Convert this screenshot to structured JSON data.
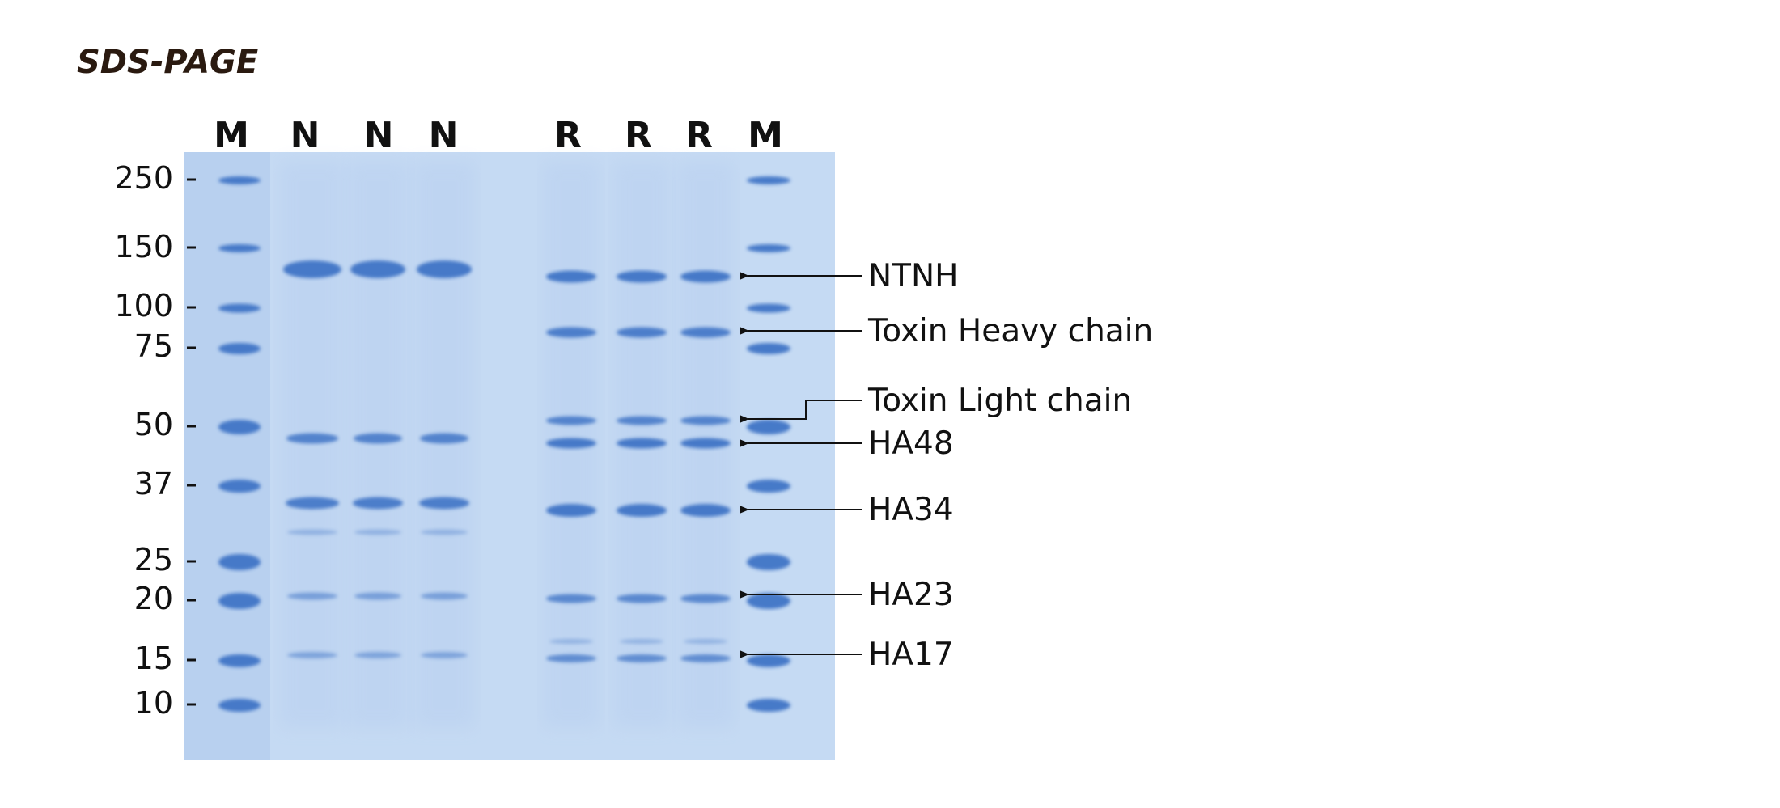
{
  "title": "SDS-PAGE",
  "lanes": [
    "M",
    "N",
    "N",
    "N",
    "R",
    "R",
    "R",
    "M"
  ],
  "markers": [
    {
      "label": "250",
      "kda": 250
    },
    {
      "label": "150",
      "kda": 150
    },
    {
      "label": "100",
      "kda": 100
    },
    {
      "label": "75",
      "kda": 75
    },
    {
      "label": "50",
      "kda": 50
    },
    {
      "label": "37",
      "kda": 37
    },
    {
      "label": "25",
      "kda": 25
    },
    {
      "label": "20",
      "kda": 20
    },
    {
      "label": "15",
      "kda": 15
    },
    {
      "label": "10",
      "kda": 10
    }
  ],
  "annotations": [
    {
      "label": "NTNH"
    },
    {
      "label": "Toxin Heavy chain"
    },
    {
      "label": "Toxin Light chain"
    },
    {
      "label": "HA48"
    },
    {
      "label": "HA34"
    },
    {
      "label": "HA23"
    },
    {
      "label": "HA17"
    }
  ],
  "colors": {
    "gel": "#c5daf3",
    "band": "#3f74c6",
    "text": "#111111",
    "title": "#2a1a10"
  }
}
